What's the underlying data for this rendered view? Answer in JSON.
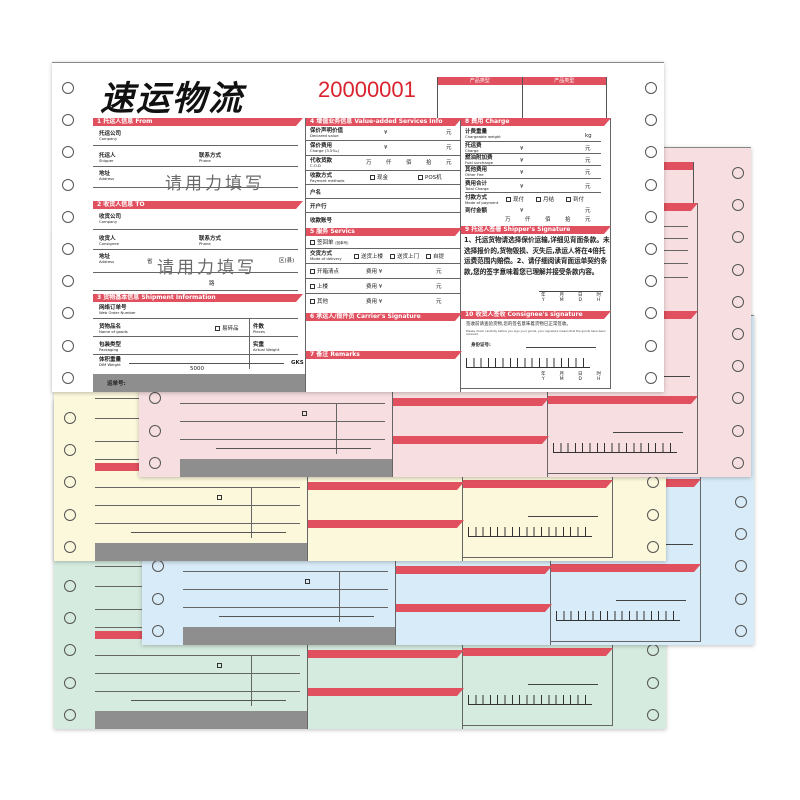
{
  "header": {
    "brand": "速运物流",
    "waybill_number": "20000001",
    "product_type": [
      "产品类型",
      "产品类型"
    ]
  },
  "handwrite_hint": "请用力填写",
  "from": {
    "title": "1 托运人信息 From",
    "company": {
      "zh": "托运公司",
      "en": "Company"
    },
    "shipper": {
      "zh": "托运人",
      "en": "Shipper"
    },
    "phone": {
      "zh": "联系方式",
      "en": "Phone"
    },
    "address": {
      "zh": "地址",
      "en": "Address"
    }
  },
  "to": {
    "title": "2 收货人信息 TO",
    "company": {
      "zh": "收货公司",
      "en": "Company"
    },
    "consignee": {
      "zh": "收货人",
      "en": "Consignee"
    },
    "phone": {
      "zh": "联系方式",
      "en": "Phone"
    },
    "address": {
      "zh": "地址",
      "en": "Address"
    },
    "province": "省",
    "district": "区(县)",
    "road": "路"
  },
  "shipment": {
    "title": "3 货物基本信息 Shipment Information",
    "web_order": {
      "zh": "网络订单号",
      "en": "Web Order Number"
    },
    "goods": {
      "zh": "货物品名",
      "en": "Name of goods"
    },
    "fragile": "易碎品",
    "pieces": {
      "zh": "件数",
      "en": "Pieces"
    },
    "packaging": {
      "zh": "包装类型",
      "en": "Packaging"
    },
    "actual_weight": {
      "zh": "实重",
      "en": "Actual Weight"
    },
    "dim_weight": {
      "zh": "体积重量",
      "en": "DIM Weight"
    },
    "divisor": "5000",
    "unit": "GKS",
    "waybill_no": "运单号:"
  },
  "value_added": {
    "title": "4 增值业务信息 Value-added Services Info",
    "declared": {
      "zh": "保价声明价值",
      "en": "Declared value"
    },
    "charge": {
      "zh": "保价费用",
      "en": "Charge (3.5‰)"
    },
    "cod": {
      "zh": "代收货款",
      "en": "C.O.D"
    },
    "payment": {
      "zh": "收款方式",
      "en": "Payment methods"
    },
    "cash": "现金",
    "pos": "POS机",
    "account_name": "户名",
    "bank": "开户行",
    "account_no": "收款账号"
  },
  "services": {
    "title": "5 服务 Servics",
    "sign_return": "签回单",
    "sign_return_note": "(回单号)",
    "delivery": {
      "zh": "交货方式",
      "en": "Mode of delivery"
    },
    "upstairs_delivery": "送货上楼",
    "door_delivery": "送货上门",
    "self_pickup": "自提",
    "unpack": "开箱清点",
    "upstairs": "上楼",
    "other": "其他",
    "fee": "费用"
  },
  "carrier": {
    "title": "6 承运人/揽件员 Carrier's Signature"
  },
  "remarks": {
    "title": "7 备注 Remarks"
  },
  "charges": {
    "title": "8 费用 Charge",
    "chargeable_weight": {
      "zh": "计费重量",
      "en": "Chargeable weight"
    },
    "kg": "kg",
    "freight": {
      "zh": "托运费",
      "en": "Charge"
    },
    "fuel": {
      "zh": "燃油附加费",
      "en": "Fuel surcharge"
    },
    "other_fee": {
      "zh": "其他费用",
      "en": "Other Fee"
    },
    "total": {
      "zh": "费用合计",
      "en": "Total Charge"
    },
    "mode": {
      "zh": "付款方式",
      "en": "Mode of payment"
    },
    "prepaid": "现付",
    "monthly": "月结",
    "collect": "到付",
    "collect_amount": "到付金额"
  },
  "currency": {
    "yen": "¥",
    "yuan": "元",
    "wan": "万",
    "qian": "仟",
    "bai": "佰",
    "shi": "拾"
  },
  "shipper_sign": {
    "title": "9 托运人签署 Shipper's Signature",
    "terms": "1、托运货物请选择保价运输,详细见背面条款。未选择报价的,货物毁损、灭失后,承运人将在4倍托运费范围内赔偿。2、请仔细阅读背面运单契约条款,您的签字意味着您已理解并接受条款内容。"
  },
  "consignee_sign": {
    "title": "10 收货人签收 Consignee's signature",
    "notice": "签收前请查验货物,您的签名意味着货物已正常签收。",
    "notice_en": "Please check carefully before you sign your goods, your signature means that the goods have been received",
    "id_no": "身份证号:"
  },
  "datetime": {
    "zh": [
      "年",
      "月",
      "日",
      "时"
    ],
    "en": [
      "Y",
      "M",
      "D",
      "H"
    ]
  },
  "copy_colors": {
    "white": "#ffffff",
    "pink": "#f7dfe1",
    "yellow": "#fcf8dc",
    "blue": "#d8ebf8",
    "green": "#d5ebdf"
  },
  "accent_color": "#e0505e"
}
